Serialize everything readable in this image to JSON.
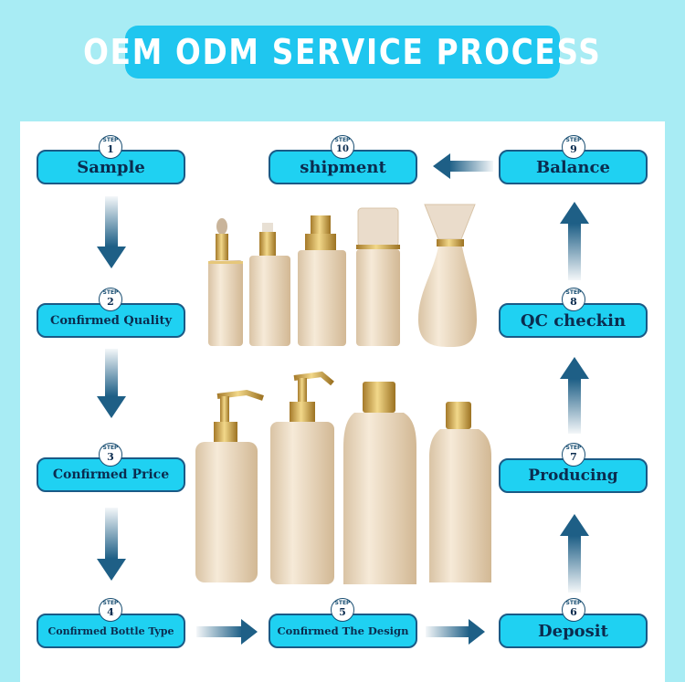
{
  "title": "OEM ODM SERVICE PROCESS",
  "step_word": "STEP",
  "steps": [
    {
      "num": "1",
      "label": "Sample"
    },
    {
      "num": "2",
      "label": "Confirmed Quality"
    },
    {
      "num": "3",
      "label": "Confirmed Price"
    },
    {
      "num": "4",
      "label": "Confirmed Bottle Type"
    },
    {
      "num": "5",
      "label": "Confirmed The Design"
    },
    {
      "num": "6",
      "label": "Deposit"
    },
    {
      "num": "7",
      "label": "Producing"
    },
    {
      "num": "8",
      "label": "QC checkin"
    },
    {
      "num": "9",
      "label": "Balance"
    },
    {
      "num": "10",
      "label": "shipment"
    }
  ],
  "colors": {
    "background": "#a8ecf4",
    "title_pill": "#1fc6ef",
    "step_box": "#1fd1f2",
    "arrow": "#1e5f86",
    "bottle": "#ecdcc6",
    "cap_gold": "#c9a24a"
  }
}
